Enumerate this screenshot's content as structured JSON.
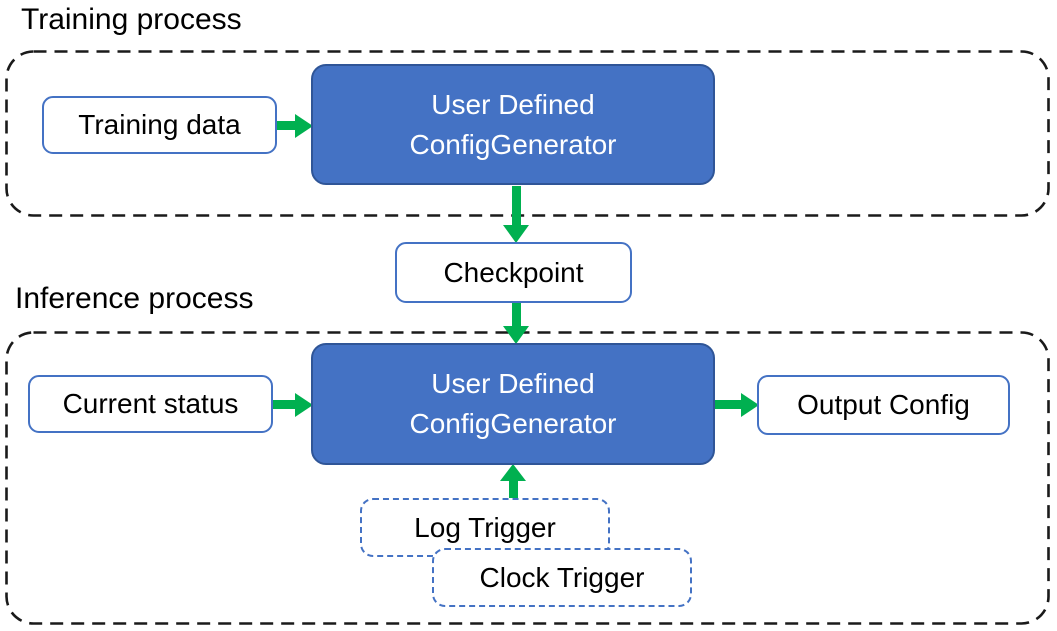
{
  "diagram": {
    "training_section": {
      "title": "Training process",
      "training_data_label": "Training data",
      "config_generator": {
        "line1": "User Defined",
        "line2": "ConfigGenerator"
      }
    },
    "checkpoint_label": "Checkpoint",
    "inference_section": {
      "title": "Inference process",
      "current_status_label": "Current status",
      "config_generator": {
        "line1": "User Defined",
        "line2": "ConfigGenerator"
      },
      "output_config_label": "Output Config",
      "log_trigger_label": "Log Trigger",
      "clock_trigger_label": "Clock Trigger"
    },
    "colors": {
      "node_fill": "#4472C4",
      "node_border": "#2F5597",
      "box_border": "#4472C4",
      "trigger_border": "#4472C4",
      "arrow": "#00B050",
      "container_border": "#1a1a1a",
      "text": "#000000",
      "node_text": "#FFFFFF"
    }
  }
}
